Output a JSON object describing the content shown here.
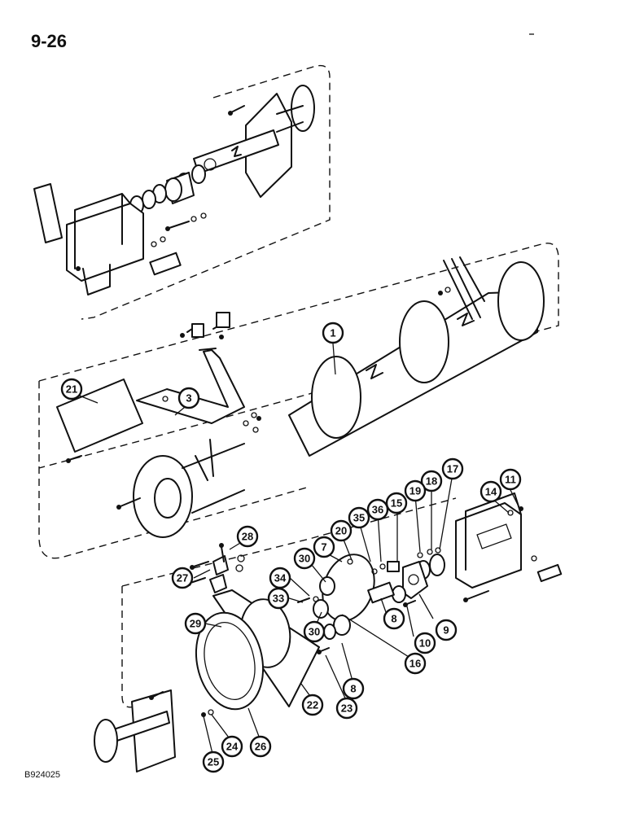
{
  "page_number": "9-26",
  "figure_code": "B924025",
  "callouts": [
    {
      "id": "c1",
      "label": "1"
    },
    {
      "id": "c3",
      "label": "3"
    },
    {
      "id": "c7",
      "label": "7"
    },
    {
      "id": "c8a",
      "label": "8"
    },
    {
      "id": "c8b",
      "label": "8"
    },
    {
      "id": "c9",
      "label": "9"
    },
    {
      "id": "c10",
      "label": "10"
    },
    {
      "id": "c11",
      "label": "11"
    },
    {
      "id": "c14",
      "label": "14"
    },
    {
      "id": "c15",
      "label": "15"
    },
    {
      "id": "c16",
      "label": "16"
    },
    {
      "id": "c17",
      "label": "17"
    },
    {
      "id": "c18",
      "label": "18"
    },
    {
      "id": "c19",
      "label": "19"
    },
    {
      "id": "c20",
      "label": "20"
    },
    {
      "id": "c21",
      "label": "21"
    },
    {
      "id": "c22",
      "label": "22"
    },
    {
      "id": "c23",
      "label": "23"
    },
    {
      "id": "c24",
      "label": "24"
    },
    {
      "id": "c25",
      "label": "25"
    },
    {
      "id": "c26",
      "label": "26"
    },
    {
      "id": "c27",
      "label": "27"
    },
    {
      "id": "c28",
      "label": "28"
    },
    {
      "id": "c29",
      "label": "29"
    },
    {
      "id": "c30a",
      "label": "30"
    },
    {
      "id": "c30b",
      "label": "30"
    },
    {
      "id": "c33",
      "label": "33"
    },
    {
      "id": "c34",
      "label": "34"
    },
    {
      "id": "c35",
      "label": "35"
    },
    {
      "id": "c36",
      "label": "36"
    }
  ]
}
